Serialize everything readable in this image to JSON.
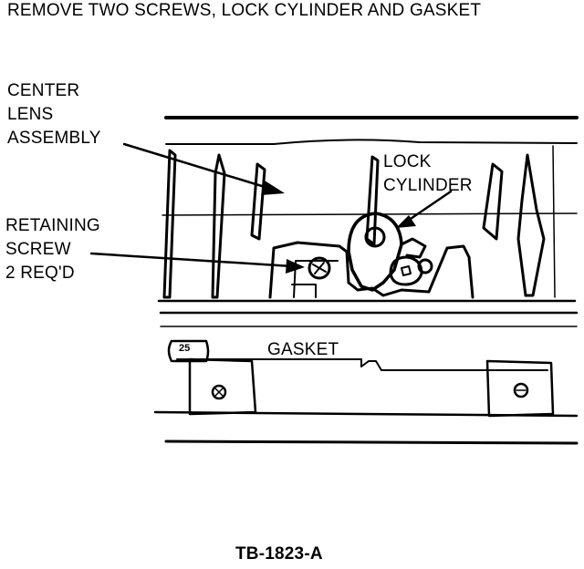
{
  "diagram": {
    "title": "REMOVE TWO SCREWS, LOCK CYLINDER AND GASKET",
    "labels": {
      "center_lens": [
        "CENTER",
        "LENS",
        "ASSEMBLY"
      ],
      "lock_cylinder": [
        "LOCK",
        "CYLINDER"
      ],
      "retaining_screw": [
        "RETAINING",
        "SCREW",
        "2 REQ'D"
      ],
      "gasket": "GASKET"
    },
    "badge": "25",
    "reference": "TB-1823-A"
  }
}
